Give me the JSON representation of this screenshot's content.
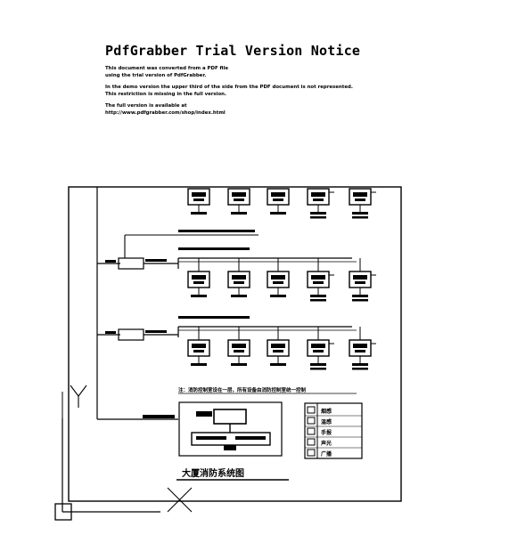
{
  "notice": {
    "title": "PdfGrabber Trial Version Notice",
    "lines": [
      "This document was converted from a PDF file",
      "using the trial version of PdfGrabber.",
      "In the demo version the upper third of the side from the PDF document is not represented.",
      "This restriction is missing in the full version.",
      "The full version is available at",
      "http://www.pdfgrabber.com/shop/index.html"
    ]
  },
  "diagram": {
    "title": "大厦消防系统图",
    "note": "注：消防控制室设在一层，所有设备由消防控制室统一控制",
    "legend": [
      "烟感",
      "温感",
      "手报",
      "声光",
      "广播"
    ]
  }
}
